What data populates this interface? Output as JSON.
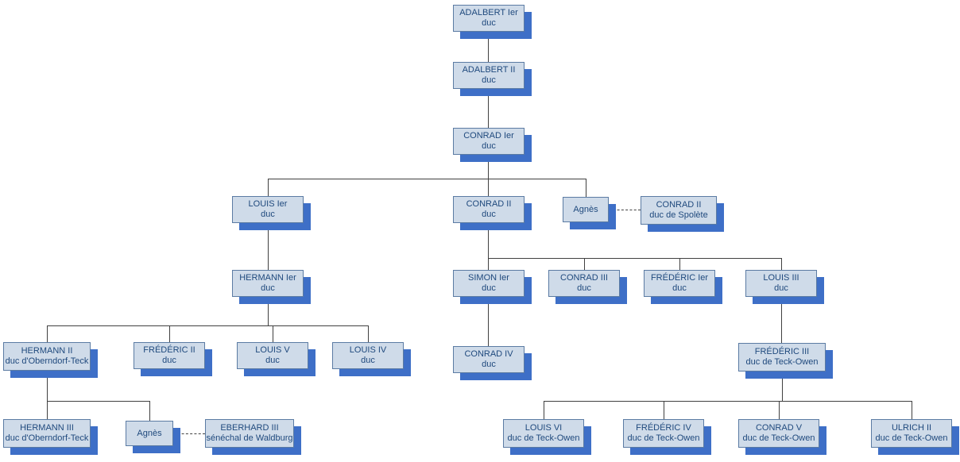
{
  "styles": {
    "box_fill": "#cfdbe9",
    "box_border": "#5b7ba3",
    "box_shadow": "#3e6fc7",
    "text_color": "#1f497d",
    "line_color": "#404040"
  },
  "nodes": {
    "adalbert1": {
      "name": "ADALBERT Ier",
      "title": "duc"
    },
    "adalbert2": {
      "name": "ADALBERT II",
      "title": "duc"
    },
    "conrad1": {
      "name": "CONRAD Ier",
      "title": "duc"
    },
    "louis1": {
      "name": "LOUIS Ier",
      "title": "duc"
    },
    "conrad2": {
      "name": "CONRAD II",
      "title": "duc"
    },
    "agnes1": {
      "name": "Agnès",
      "title": ""
    },
    "conrad2s": {
      "name": "CONRAD II",
      "title": "duc de Spolète"
    },
    "hermann1": {
      "name": "HERMANN Ier",
      "title": "duc"
    },
    "simon1": {
      "name": "SIMON Ier",
      "title": "duc"
    },
    "conrad3": {
      "name": "CONRAD III",
      "title": "duc"
    },
    "frederic1": {
      "name": "FRÉDÉRIC Ier",
      "title": "duc"
    },
    "louis3": {
      "name": "LOUIS III",
      "title": "duc"
    },
    "hermann2": {
      "name": "HERMANN II",
      "title": "duc d'Oberndorf-Teck"
    },
    "frederic2": {
      "name": "FRÉDÉRIC II",
      "title": "duc"
    },
    "louis5": {
      "name": "LOUIS V",
      "title": "duc"
    },
    "louis4": {
      "name": "LOUIS IV",
      "title": "duc"
    },
    "conrad4": {
      "name": "CONRAD IV",
      "title": "duc"
    },
    "frederic3": {
      "name": "FRÉDÉRIC III",
      "title": "duc de Teck-Owen"
    },
    "hermann3": {
      "name": "HERMANN III",
      "title": "duc d'Oberndorf-Teck"
    },
    "agnes2": {
      "name": "Agnès",
      "title": ""
    },
    "eberhard3": {
      "name": "EBERHARD III",
      "title": "sénéchal de Waldburg"
    },
    "louis6": {
      "name": "LOUIS VI",
      "title": "duc de Teck-Owen"
    },
    "frederic4": {
      "name": "FRÉDÉRIC IV",
      "title": "duc de Teck-Owen"
    },
    "conrad5": {
      "name": "CONRAD V",
      "title": "duc de Teck-Owen"
    },
    "ulrich2": {
      "name": "ULRICH II",
      "title": "duc de Teck-Owen"
    }
  },
  "relations": {
    "parent_child": [
      {
        "parent": "adalbert1",
        "children": [
          "adalbert2"
        ]
      },
      {
        "parent": "adalbert2",
        "children": [
          "conrad1"
        ]
      },
      {
        "parent": "conrad1",
        "children": [
          "louis1",
          "conrad2",
          "agnes1"
        ]
      },
      {
        "parent": "louis1",
        "children": [
          "hermann1"
        ]
      },
      {
        "parent": "conrad2",
        "children": [
          "simon1",
          "conrad3",
          "frederic1",
          "louis3"
        ]
      },
      {
        "parent": "hermann1",
        "children": [
          "hermann2",
          "frederic2",
          "louis5",
          "louis4"
        ]
      },
      {
        "parent": "simon1",
        "children": [
          "conrad4"
        ]
      },
      {
        "parent": "louis3",
        "children": [
          "frederic3"
        ]
      },
      {
        "parent": "hermann2",
        "children": [
          "hermann3",
          "agnes2"
        ]
      },
      {
        "parent": "frederic3",
        "children": [
          "louis6",
          "frederic4",
          "conrad5",
          "ulrich2"
        ]
      }
    ],
    "marriages": [
      {
        "a": "agnes1",
        "b": "conrad2s"
      },
      {
        "a": "agnes2",
        "b": "eberhard3"
      }
    ]
  }
}
